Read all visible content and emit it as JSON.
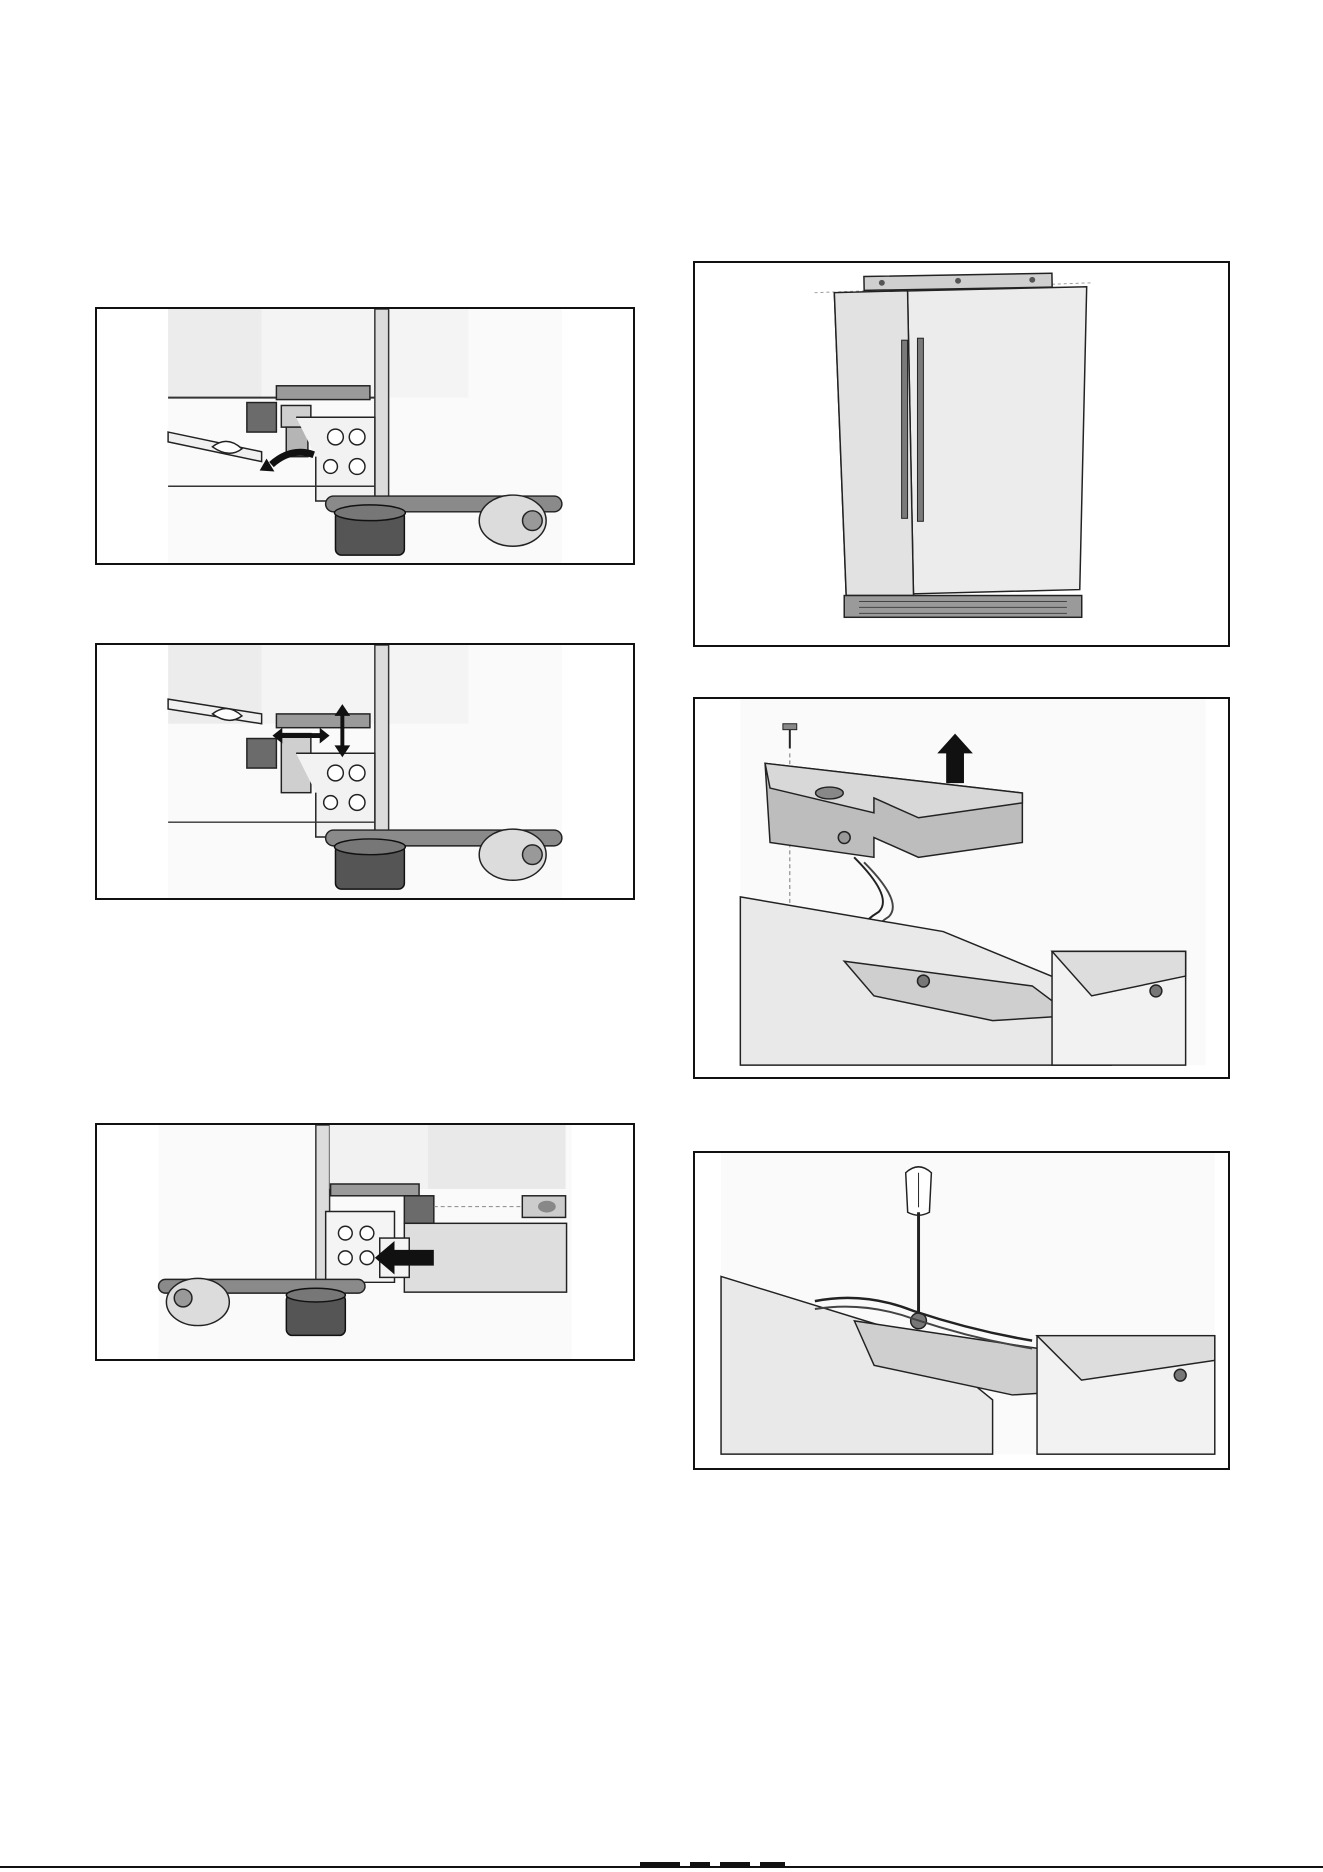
{
  "page": {
    "background": "#ffffff",
    "border_color": "#111111"
  },
  "figures": [
    {
      "id": "fig-1",
      "depicts": "wrench-loosening-leveling-nut",
      "icon": "curved-arrow-left"
    },
    {
      "id": "fig-2",
      "depicts": "wrench-adjusting-height",
      "icon": "double-arrows"
    },
    {
      "id": "fig-3",
      "depicts": "toe-kick-cover-insertion",
      "icon": "arrow-left"
    },
    {
      "id": "fig-4",
      "depicts": "spirit-level-on-refrigerator-top",
      "icon": "level"
    },
    {
      "id": "fig-5",
      "depicts": "hinge-cover-removal",
      "icon": "arrow-up"
    },
    {
      "id": "fig-6",
      "depicts": "screwdriver-on-hinge-plate",
      "icon": "screwdriver"
    }
  ],
  "colors": {
    "light_gray": "#e6e6e6",
    "mid_gray": "#bdbdbd",
    "dark_gray": "#5a5a5a",
    "black": "#111111"
  }
}
